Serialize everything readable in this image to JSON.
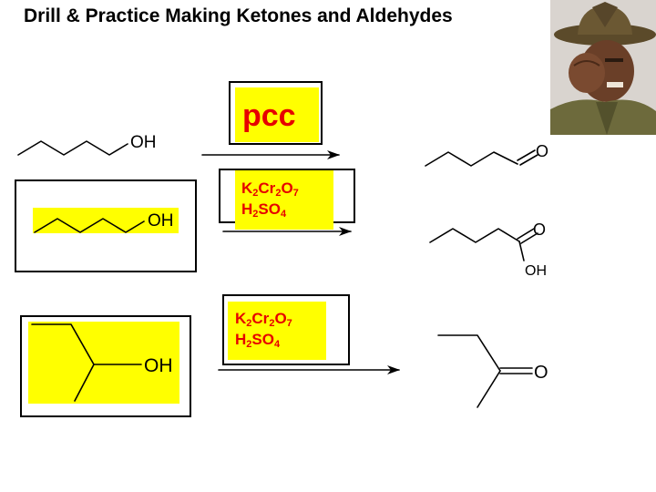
{
  "slide": {
    "title": "Drill & Practice Making Ketones and Aldehydes"
  },
  "reactions": [
    {
      "reagent": "pcc",
      "reactant_label": "OH",
      "product_label": "O"
    },
    {
      "reagent_line1": {
        "base": [
          "K",
          "Cr",
          "O"
        ],
        "subs": [
          "2",
          "2",
          "7"
        ]
      },
      "reagent_line2": {
        "base": [
          "H",
          "SO"
        ],
        "subs": [
          "2",
          "4"
        ]
      },
      "reactant_label": "OH",
      "product_label_carbonyl": "O",
      "product_label_hydroxyl": "OH"
    },
    {
      "reagent_line1": {
        "base": [
          "K",
          "Cr",
          "O"
        ],
        "subs": [
          "2",
          "2",
          "7"
        ]
      },
      "reagent_line2": {
        "base": [
          "H",
          "SO"
        ],
        "subs": [
          "2",
          "4"
        ]
      },
      "reactant_label": "OH",
      "product_label": "O"
    }
  ],
  "colors": {
    "highlight": "#ffff00",
    "reagent_text": "#e60000",
    "line": "#000000"
  },
  "image": {
    "description_icon": "drill-sergeant-photo"
  }
}
